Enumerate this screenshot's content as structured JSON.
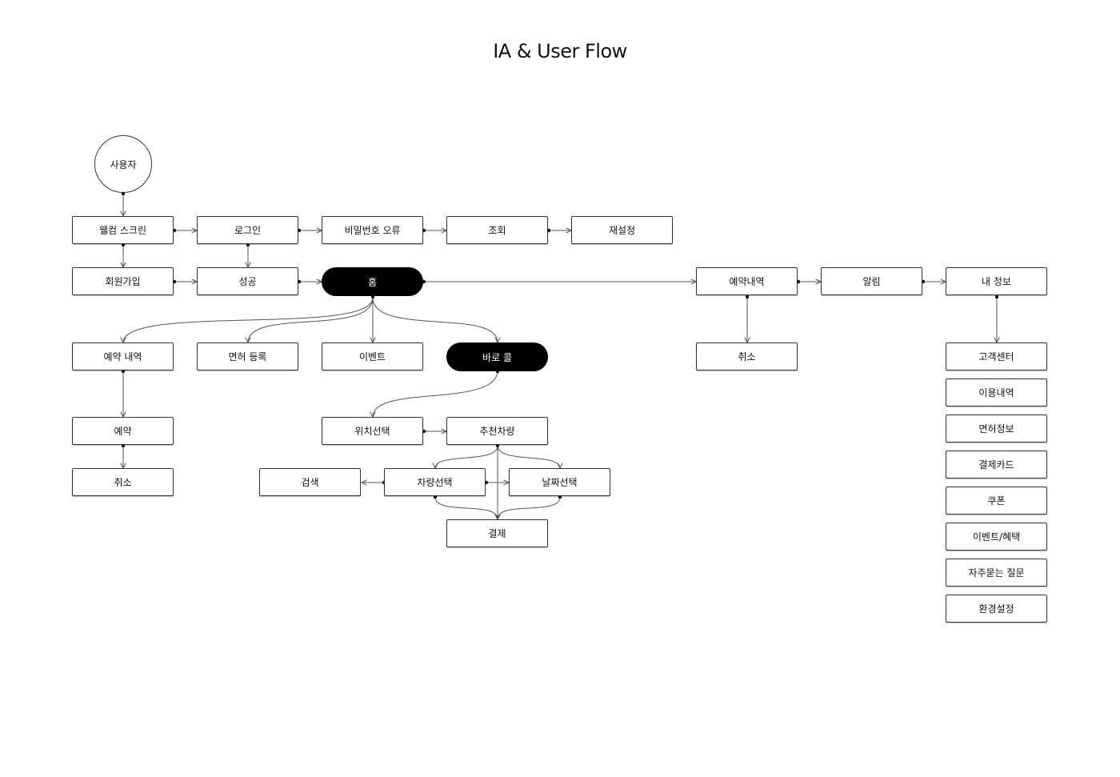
{
  "title": "IA & User Flow",
  "nodes": {
    "user": "사용자",
    "welcome": "웰컴 스크린",
    "login": "로그인",
    "password_error": "비밀번호 오류",
    "lookup": "조회",
    "reset": "재설정",
    "signup": "회원가입",
    "success": "성공",
    "home": "홈",
    "reservation_history": "예약내역",
    "notifications": "알림",
    "my_info": "내 정보",
    "home_reservation_history": "예약 내역",
    "license_register": "면허 등록",
    "event": "이벤트",
    "quick_call": "바로 콜",
    "cancel_right": "취소",
    "customer_center": "고객센터",
    "usage_history": "이용내역",
    "license_info": "면허정보",
    "payment_card": "결제카드",
    "coupon": "쿠폰",
    "events_benefits": "이벤트/혜택",
    "faq": "자주묻는 질문",
    "settings": "환경설정",
    "reserve": "예약",
    "cancel_left": "취소",
    "location_select": "위치선택",
    "recommended_car": "추천차량",
    "search": "검색",
    "car_select": "차량선택",
    "date_select": "날짜선택",
    "payment": "결제"
  },
  "colors": {
    "line": "#555555",
    "dark_node": "#000000",
    "node_border": "#333333"
  }
}
